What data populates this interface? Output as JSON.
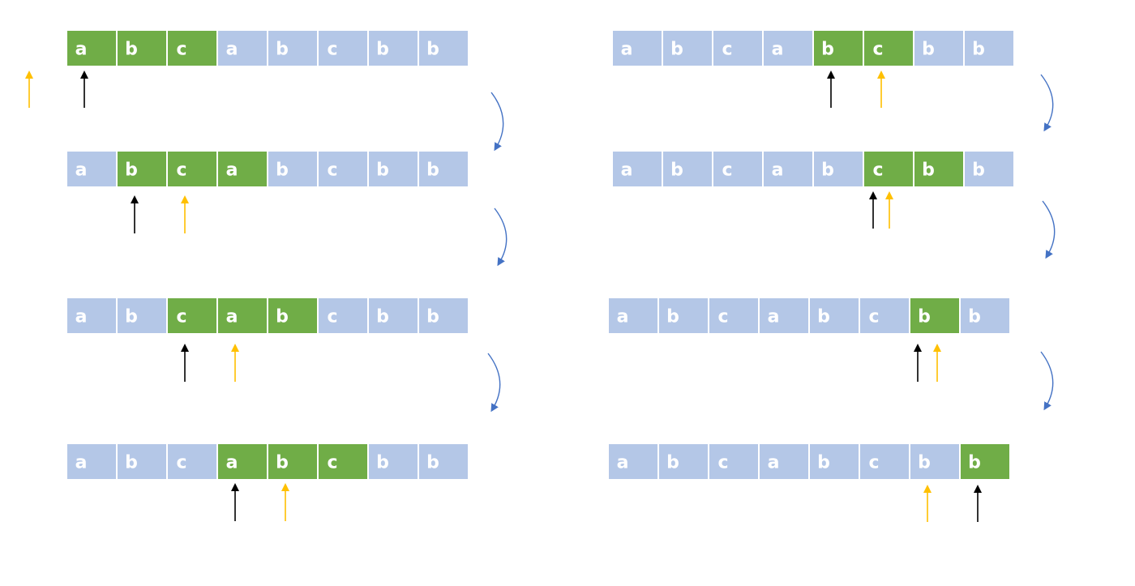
{
  "colors": {
    "cell_default": "#b4c7e7",
    "cell_window": "#70ad47",
    "cell_text": "#ffffff",
    "left_pointer": "#000000",
    "right_pointer": "#ffc000",
    "transition_arrow": "#4472c4"
  },
  "string": [
    "a",
    "b",
    "c",
    "a",
    "b",
    "c",
    "b",
    "b"
  ],
  "steps": [
    {
      "window_start": 0,
      "window_end": 2,
      "left_pointer": 0,
      "right_pointer": -1
    },
    {
      "window_start": 1,
      "window_end": 3,
      "left_pointer": 1,
      "right_pointer": 2
    },
    {
      "window_start": 2,
      "window_end": 4,
      "left_pointer": 2,
      "right_pointer": 3
    },
    {
      "window_start": 3,
      "window_end": 5,
      "left_pointer": 3,
      "right_pointer": 4
    },
    {
      "window_start": 4,
      "window_end": 5,
      "left_pointer": 4,
      "right_pointer": 5
    },
    {
      "window_start": 5,
      "window_end": 6,
      "left_pointer": 5,
      "right_pointer": 5
    },
    {
      "window_start": 6,
      "window_end": 6,
      "left_pointer": 6,
      "right_pointer": 6
    },
    {
      "window_start": 7,
      "window_end": 7,
      "left_pointer": 7,
      "right_pointer": 6
    }
  ]
}
